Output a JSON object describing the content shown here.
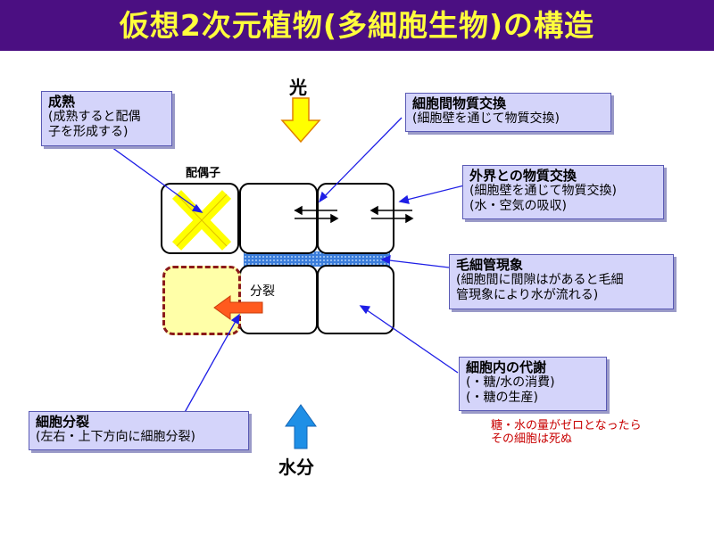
{
  "title": "仮想2次元植物(多細胞生物)の構造",
  "labels": {
    "light": "光",
    "water": "水分",
    "gamete": "配偶子",
    "division": "分裂"
  },
  "callouts": {
    "maturity": {
      "head": "成熟",
      "lines": [
        "(成熟すると配偶",
        "子を形成する)"
      ]
    },
    "intercell": {
      "head": "細胞間物質交換",
      "lines": [
        "(細胞壁を通じて物質交換)"
      ]
    },
    "external": {
      "head": "外界との物質交換",
      "lines": [
        "(細胞壁を通じて物質交換)",
        "(水・空気の吸収)"
      ]
    },
    "capillary": {
      "head": "毛細管現象",
      "lines": [
        "(細胞間に間隙はがあると毛細",
        "管現象により水が流れる)"
      ]
    },
    "metabolism": {
      "head": "細胞内の代謝",
      "lines": [
        "(・糖/水の消費)",
        "(・糖の生産)"
      ]
    },
    "division": {
      "head": "細胞分裂",
      "lines": [
        "(左右・上下方向に細胞分裂)"
      ]
    }
  },
  "note": [
    "糖・水の量がゼロとなったら",
    "その細胞は死ぬ"
  ],
  "colors": {
    "title_bg": "#4b0f82",
    "title_text": "#ffff3c",
    "callout_bg": "#d4d4fa",
    "arrow_blue": "#1e1ee6",
    "gamete_yellow": "#ffff00",
    "new_cell_fill": "#ffffa8",
    "new_cell_border": "#8b1a1a",
    "capillary_blue": "#3b7ddb",
    "division_arrow": "#ff5a1e",
    "note_red": "#c80000"
  }
}
